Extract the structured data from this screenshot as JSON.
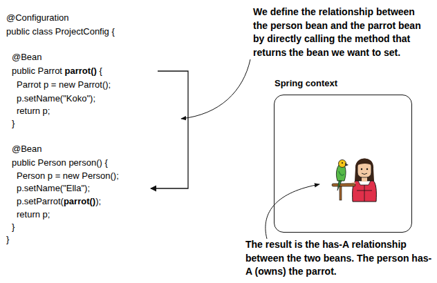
{
  "diagram": {
    "nodes": [
      {
        "text": [
          "Spring context"
        ]
      }
    ],
    "labels": [
      "@Configuration",
      "public class ProjectConfig {",
      "@Bean",
      "public Parrot",
      "parrot()",
      "{",
      "Parrot p = new Parrot();",
      "p.setName(\"Koko\");",
      "return p;",
      "}",
      "@Bean",
      "public Person person() {",
      "Person p = new Person();",
      "p.setName(\"Ella\");",
      "p.setParrot(",
      "parrot()",
      ");",
      "return p;",
      "}",
      "}",
      "We define the relationship between the person bean and the parrot bean by directly calling the method that returns the bean we want to set.",
      "The result is the has-A relationship between the two beans. The person has-A (owns) the parrot."
    ]
  }
}
